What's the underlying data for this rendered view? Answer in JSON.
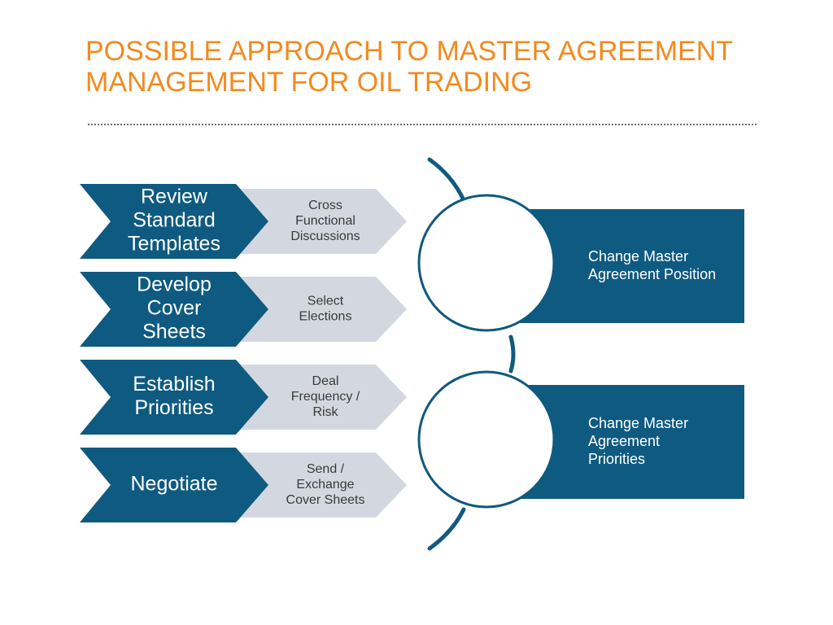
{
  "title": "POSSIBLE APPROACH TO MASTER AGREEMENT MANAGEMENT FOR OIL TRADING",
  "colors": {
    "title": "#f28a1e",
    "primary": "#0f5a80",
    "secondary": "#d3d8e0",
    "divider": "#6d6d6d"
  },
  "steps": [
    {
      "main": [
        "Review",
        "Standard",
        "Templates"
      ],
      "sub": [
        "Cross",
        "Functional",
        "Discussions"
      ]
    },
    {
      "main": [
        "Develop",
        "Cover",
        "Sheets"
      ],
      "sub": [
        "Select",
        "Elections"
      ]
    },
    {
      "main": [
        "Establish",
        "Priorities"
      ],
      "sub": [
        "Deal",
        "Frequency /",
        "Risk"
      ]
    },
    {
      "main": [
        "Negotiate"
      ],
      "sub": [
        "Send /",
        "Exchange",
        "Cover Sheets"
      ]
    }
  ],
  "outcomes": [
    {
      "lines": [
        "Change Master",
        "Agreement Position"
      ]
    },
    {
      "lines": [
        "Change Master",
        "Agreement",
        "Priorities"
      ]
    }
  ]
}
